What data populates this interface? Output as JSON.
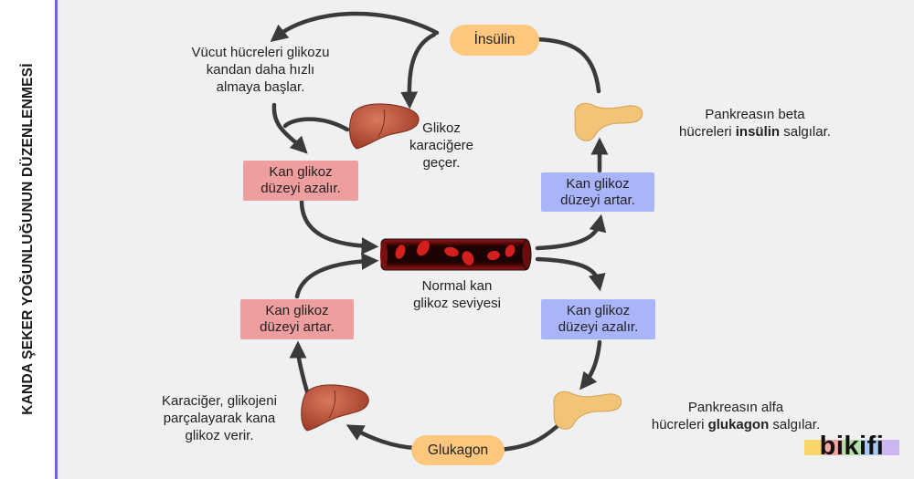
{
  "page_title": "KANDA ŞEKER YOĞUNLUĞUNUN DÜZENLENMESİ",
  "brand": "bikifi",
  "brand_colors": [
    "#f9d56b",
    "#f5a4a4",
    "#b3e2a8",
    "#a9c9f5",
    "#cdb6ef"
  ],
  "hormones": {
    "insulin": "İnsülin",
    "glucagon": "Glukagon"
  },
  "center_label": {
    "line1": "Normal kan",
    "line2": "glikoz seviyesi"
  },
  "top_cycle": {
    "cells_text": {
      "line1": "Vücut hücreleri glikozu",
      "line2": "kandan daha hızlı",
      "line3": "almaya başlar."
    },
    "liver_text": {
      "line1": "Glikoz",
      "line2": "karaciğere",
      "line3": "geçer."
    },
    "decrease_box": {
      "line1": "Kan glikoz",
      "line2": "düzeyi azalır."
    },
    "increase_box": {
      "line1": "Kan glikoz",
      "line2": "düzeyi artar."
    },
    "pancreas_text": {
      "line1": "Pankreasın beta",
      "line2_pre": "hücreleri ",
      "line2_bold": "insülin",
      "line2_post": " salgılar."
    }
  },
  "bottom_cycle": {
    "decrease_box": {
      "line1": "Kan glikoz",
      "line2": "düzeyi azalır."
    },
    "increase_box": {
      "line1": "Kan glikoz",
      "line2": "düzeyi artar."
    },
    "pancreas_text": {
      "line1": "Pankreasın alfa",
      "line2_pre": "hücreleri ",
      "line2_bold": "glukagon",
      "line2_post": " salgılar."
    },
    "liver_text": {
      "line1": "Karaciğer, glikojeni",
      "line2": "parçalayarak kana",
      "line3": "glikoz verir."
    }
  },
  "colors": {
    "arrow": "#3a3a3a",
    "pink_box": "#ee9e9f",
    "blue_box": "#a9b4fa",
    "pill": "#fdc77e",
    "liver": "#b8503a",
    "pancreas": "#f2c477",
    "vessel": "#3b0a0a",
    "blood_cell": "#d41f1f",
    "accent_line": "#6b63d6"
  }
}
